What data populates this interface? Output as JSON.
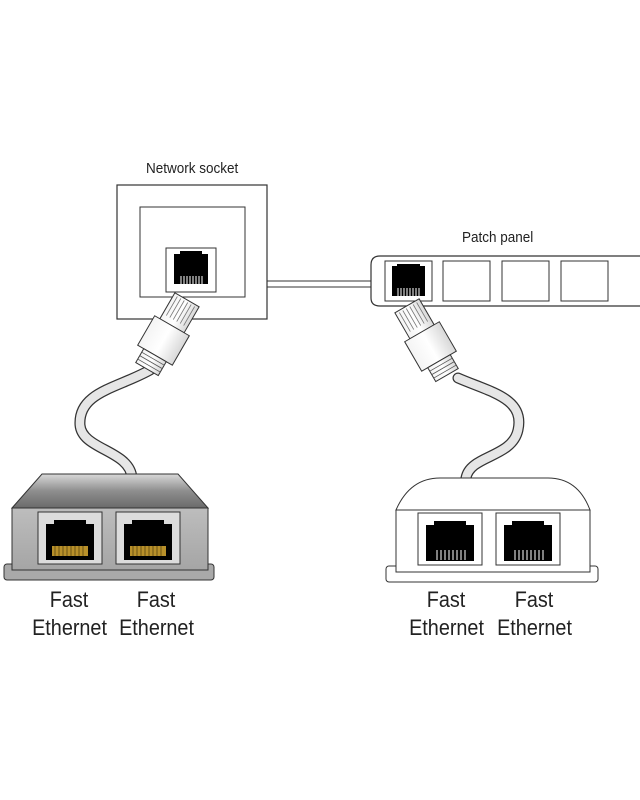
{
  "labels": {
    "network_socket": "Network socket",
    "patch_panel": "Patch panel"
  },
  "splitters": [
    {
      "side": "left",
      "style": "metal",
      "ports": [
        {
          "line1": "Fast",
          "line2": "Ethernet"
        },
        {
          "line1": "Fast",
          "line2": "Ethernet"
        }
      ]
    },
    {
      "side": "right",
      "style": "plastic",
      "ports": [
        {
          "line1": "Fast",
          "line2": "Ethernet"
        },
        {
          "line1": "Fast",
          "line2": "Ethernet"
        }
      ]
    }
  ],
  "colors": {
    "outline": "#333333",
    "cable": "#e6e6e6",
    "jack": "#000000",
    "gold_contacts": "#b8902a",
    "metal_housing": "#9a9a9a"
  }
}
